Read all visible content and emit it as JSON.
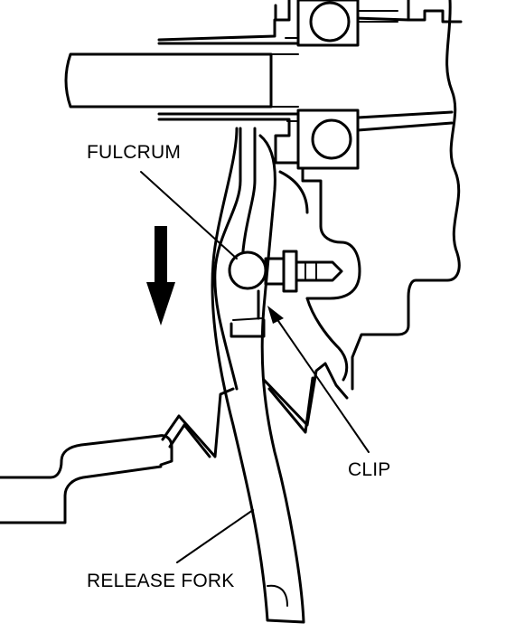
{
  "labels": {
    "fulcrum": "FULCRUM",
    "clip": "CLIP",
    "release_fork": "RELEASE FORK"
  },
  "icons": {
    "direction_arrow": "arrow-down-icon"
  },
  "colors": {
    "line": "#000000",
    "background": "#ffffff"
  }
}
